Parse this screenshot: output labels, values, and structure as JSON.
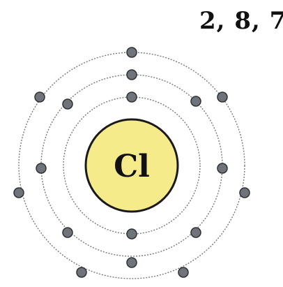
{
  "configuration": "2, 8, 7",
  "nucleus": {
    "symbol": "Cl",
    "fill": "#f6eb8a",
    "stroke": "#1a1a1a"
  },
  "shells": [
    {
      "electrons": 2
    },
    {
      "electrons": 8
    },
    {
      "electrons": 7
    }
  ],
  "colors": {
    "electron_fill": "#6e7479",
    "electron_stroke": "#2e3236",
    "orbit": "#7a7a7a"
  }
}
